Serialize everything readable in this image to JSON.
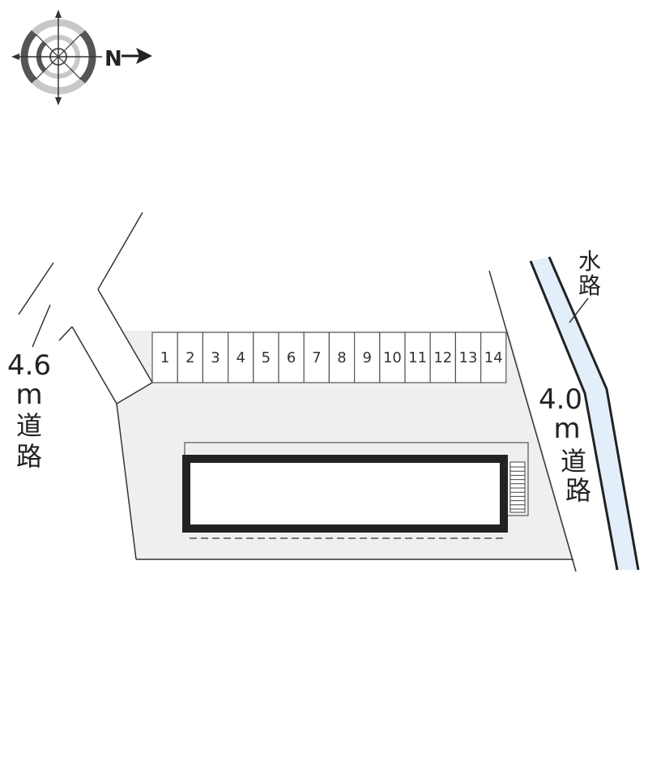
{
  "compass": {
    "north_label": "N",
    "icon": "compass-rose-icon"
  },
  "roads": {
    "west_road": {
      "width_label": "4.6",
      "unit": "m",
      "chars": [
        "道",
        "路"
      ]
    },
    "east_road": {
      "width_label": "4.0",
      "unit": "m",
      "chars": [
        "道",
        "路"
      ]
    }
  },
  "waterway": {
    "chars": [
      "水",
      "路"
    ]
  },
  "parking": {
    "slots": [
      "1",
      "2",
      "3",
      "4",
      "5",
      "6",
      "7",
      "8",
      "9",
      "10",
      "11",
      "12",
      "13",
      "14"
    ]
  },
  "colors": {
    "lot_fill": "#efefef",
    "waterway_fill": "#e3eefb",
    "building_outline": "#222222",
    "line": "#333333"
  }
}
